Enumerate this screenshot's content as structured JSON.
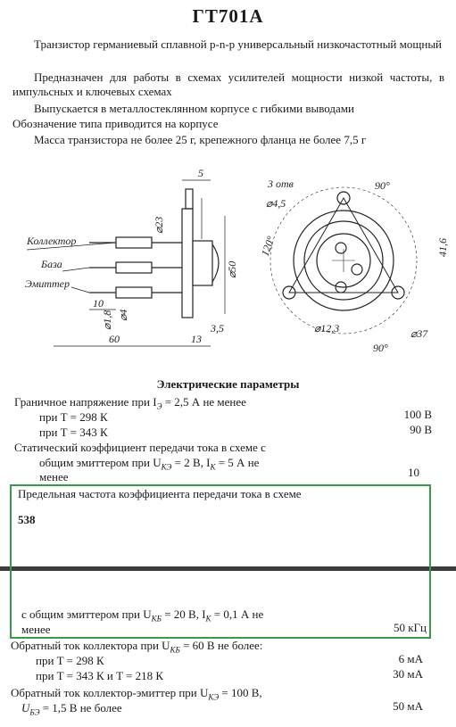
{
  "title": "ГТ701А",
  "intro": {
    "p1": "Транзистор германиевый сплавной p-n-p универсальный низкочастотный мощный",
    "p2": "Предназначен для работы в схемах усилителей мощности низкой частоты, в импульсных и ключевых схемах",
    "p3": "Выпускается в металлостеклянном корпусе с гибкими выводами",
    "p4": "Обозначение типа приводится на корпусе",
    "p5": "Масса транзистора не более 25 г, крепежного фланца не более 7,5 г"
  },
  "drawing": {
    "side": {
      "dim_top": "5",
      "dim_d23": "⌀23",
      "dim_d50": "⌀50",
      "label_collector": "Коллектор",
      "label_base": "База",
      "label_emitter": "Эмиттер",
      "dim_10": "10",
      "dim_d18": "⌀1,8",
      "dim_d4": "⌀4",
      "dim_35": "3,5",
      "dim_60": "60",
      "dim_13": "13"
    },
    "front": {
      "holes": "3 отв",
      "dim_d45": "⌀4,5",
      "angle_90_top": "90°",
      "angle_120": "120°",
      "dim_416": "41,6",
      "dim_d123": "⌀12,3",
      "dim_d37": "⌀37",
      "angle_90_bottom": "90°"
    }
  },
  "section_title": "Электрические параметры",
  "params": {
    "p1_line1": "Граничное напряжение при I",
    "p1_sub1": "Э",
    "p1_line1b": " = 2,5 А не менее",
    "p1_row1_label": "при T = 298 К",
    "p1_row1_value": "100 В",
    "p1_row2_label": "при T = 343 К",
    "p1_row2_value": "90 В",
    "p2_line1": "Статический коэффициент передачи тока в схеме с",
    "p2_line2a": "общим эмиттером при U",
    "p2_sub1": "КЭ",
    "p2_line2b": " = 2 В, I",
    "p2_sub2": "К",
    "p2_line2c": " = 5 А не",
    "p2_line3": "менее",
    "p2_value": "10",
    "p3_line1": "Предельная частота коэффициента передачи тока в схеме",
    "page_number": "538",
    "p3_line2a": "с общим эмиттером при U",
    "p3_sub1": "КБ",
    "p3_line2b": " = 20 В, I",
    "p3_sub2": "К",
    "p3_line2c": " = 0,1 А не",
    "p3_line3": "менее",
    "p3_value": "50 кГц",
    "p4_line1a": "Обратный ток коллектора при U",
    "p4_sub1": "КБ",
    "p4_line1b": " = 60 В не более:",
    "p4_row1_label": "при T = 298 К",
    "p4_row1_value": "6 мА",
    "p4_row2_label": "при T = 343 К и T = 218 К",
    "p4_row2_value": "30 мА",
    "p5_line1a": "Обратный ток коллектор-эмиттер при U",
    "p5_sub1": "КЭ",
    "p5_line1b": " = 100 В,",
    "p5_line2a": "U",
    "p5_sub2": "БЭ",
    "p5_line2b": " = 1,5 В не более",
    "p5_value": "50 мА"
  }
}
